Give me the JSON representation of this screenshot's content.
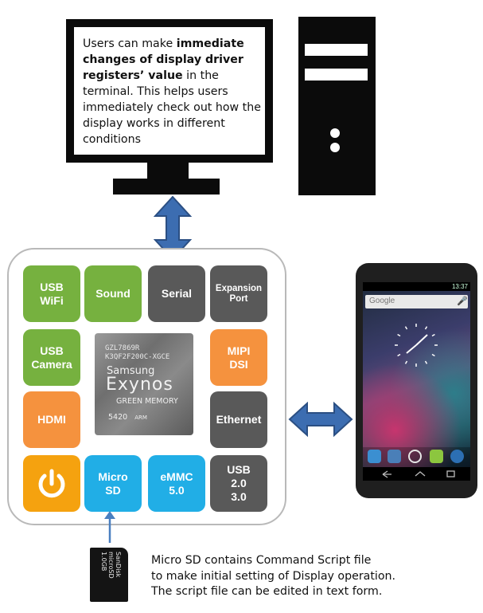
{
  "monitor": {
    "text_parts": [
      {
        "text": "Users can make ",
        "bold": false
      },
      {
        "text": "immediate changes of display driver registers’ value",
        "bold": true
      },
      {
        "text": " in the terminal. This helps users immediately check out how the display works in different conditions",
        "bold": false
      }
    ]
  },
  "board": {
    "tiles": [
      {
        "label": "USB\nWiFi",
        "color": "#76b13f"
      },
      {
        "label": "Sound",
        "color": "#76b13f"
      },
      {
        "label": "Serial",
        "color": "#595959"
      },
      {
        "label": "Expansion\nPort",
        "color": "#595959"
      },
      {
        "label": "USB\nCamera",
        "color": "#76b13f"
      },
      {
        "label": "MIPI\nDSI",
        "color": "#f5923e"
      },
      {
        "label": "HDMI",
        "color": "#f5923e"
      },
      {
        "label": "Ethernet",
        "color": "#595959"
      },
      {
        "label": "Micro\nSD",
        "color": "#21aee6"
      },
      {
        "label": "eMMC\n5.0",
        "color": "#21aee6"
      },
      {
        "label": "USB\n2.0\n3.0",
        "color": "#595959"
      }
    ],
    "chip": {
      "code_line1": "GZL7869R",
      "code_line2": "K3QF2F200C-XGCE",
      "brand_line1": "Samsung",
      "brand_line2": "Exynos",
      "memory": "GREEN MEMORY",
      "model": "5420",
      "arm": "ARM"
    }
  },
  "phone": {
    "status_time": "13:37",
    "search_label": "Google"
  },
  "sd_card": {
    "brand": "SanDisk",
    "type": "microSD",
    "capacity": "1.0GB"
  },
  "sd_description": [
    "Micro SD contains Command Script file",
    "to make initial setting of Display operation.",
    "The script file can be edited in text form."
  ],
  "colors": {
    "arrow_fill": "#3c6db1",
    "arrow_stroke": "#2b4f83",
    "board_border": "#b9b9b9"
  }
}
